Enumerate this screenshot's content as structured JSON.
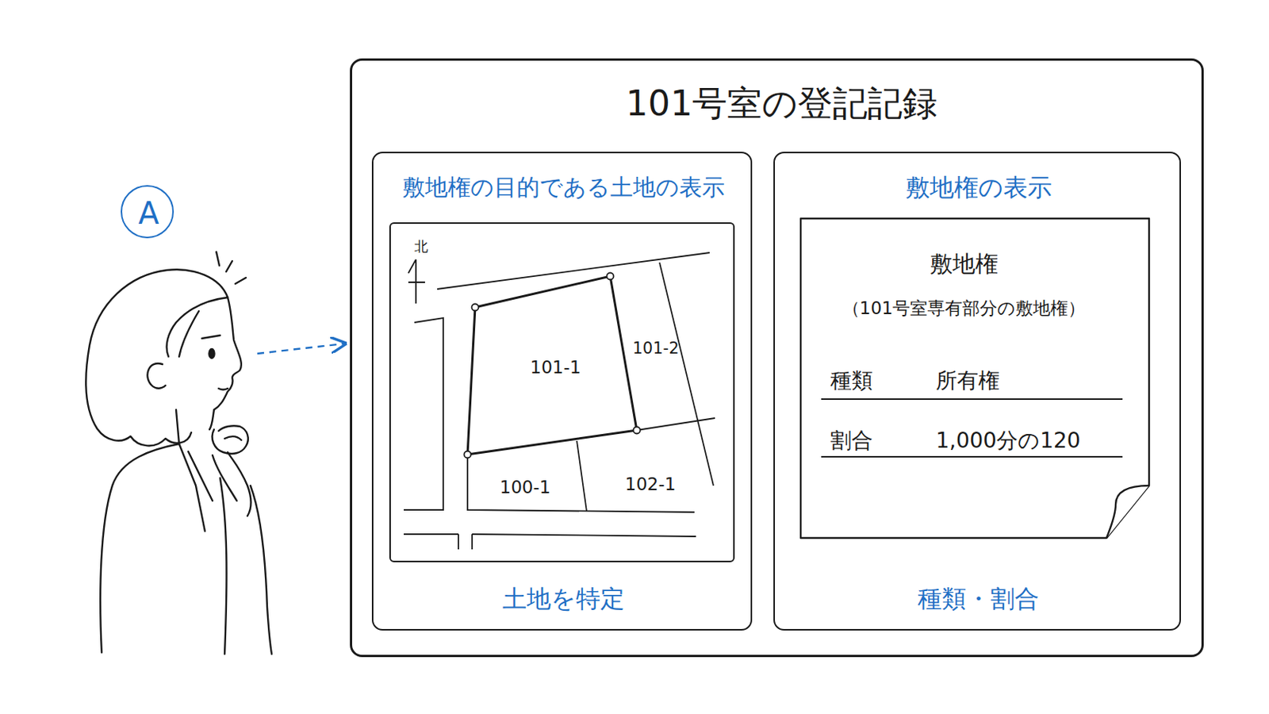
{
  "diagram": {
    "nodes": [
      {
        "text": [
          "101号室の登記記録"
        ]
      },
      {
        "text": [
          "敷地権の目的である土地の表示",
          "土地を特定"
        ],
        "in": 0
      },
      {
        "text": [
          "北",
          "101-1",
          "101-2",
          "100-1",
          "102-1"
        ],
        "in": 1
      },
      {
        "text": [
          "敷地権の表示",
          "種類・割合"
        ],
        "in": 0
      },
      {
        "text": [
          "敷地権",
          "（101号室専有部分の敷地権）",
          "種類",
          "所有権",
          "割合",
          "1,000分の120"
        ],
        "in": 3
      },
      {
        "text": [
          "A"
        ]
      }
    ]
  }
}
